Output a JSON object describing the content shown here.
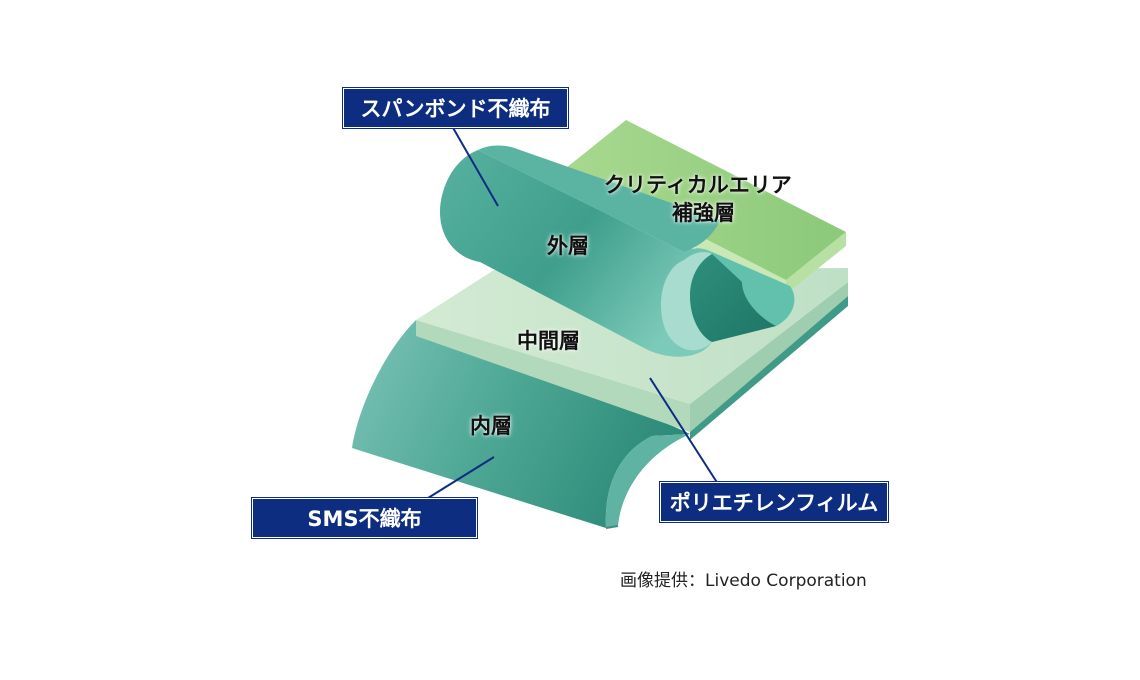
{
  "callouts": {
    "spunbond": "スパンボンド不織布",
    "sms": "SMS不織布",
    "polyethylene": "ポリエチレンフィルム"
  },
  "layers": {
    "outer": "外層",
    "middle": "中間層",
    "inner": "内層",
    "critical_area_line1": "クリティカルエリア",
    "critical_area_line2": "補強層"
  },
  "credit": "画像提供：Livedo Corporation",
  "colors": {
    "callout_bg": "#0d2d80",
    "leader_line": "#0d2d80",
    "teal_layer": "#3fa08f",
    "film_layer": "#cfe6cf",
    "reinforcement_layer": "#9fd08a"
  }
}
